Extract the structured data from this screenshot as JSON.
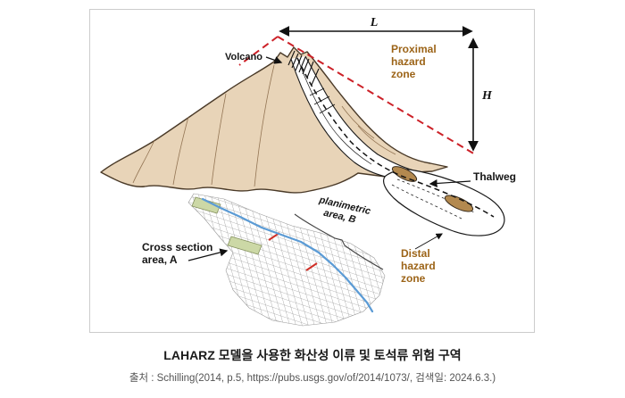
{
  "figure": {
    "labels": {
      "volcano": "Volcano",
      "length_symbol": "L",
      "height_symbol": "H",
      "proximal": [
        "Proximal",
        "hazard",
        "zone"
      ],
      "thalweg": "Thalweg",
      "planimetric": [
        "planimetric",
        "area, B"
      ],
      "cross_section": [
        "Cross section",
        "area, A"
      ],
      "distal": [
        "Distal",
        "hazard",
        "zone"
      ]
    },
    "colors": {
      "mountain_fill": "#e8d4b8",
      "mountain_outline": "#4a3a28",
      "hazard_label_text": "#9c6418",
      "proximal_boundary_dash": "#cc2128",
      "stream_blue": "#5b9bd5",
      "cross_section_green": "#ccd8a6",
      "cross_section_brown": "#b3894f",
      "grid_line": "#8f8f8f"
    }
  },
  "caption": {
    "title": "LAHARZ 모델을 사용한 화산성 이류 및 토석류 위험 구역",
    "source": "출처 : Schilling(2014, p.5, https://pubs.usgs.gov/of/2014/1073/, 검색일: 2024.6.3.)"
  }
}
